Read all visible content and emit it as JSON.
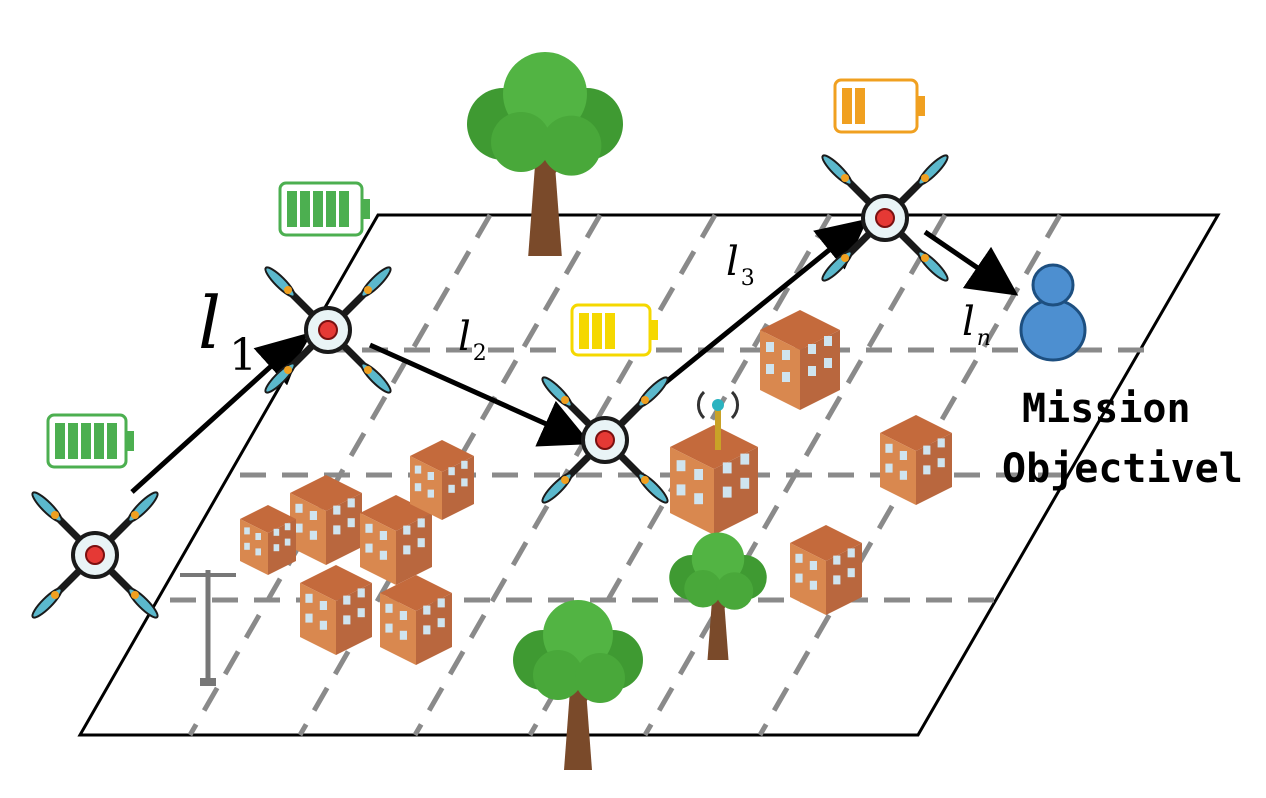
{
  "labels": {
    "l1": {
      "base": "l",
      "sub": "1"
    },
    "l2": {
      "base": "l",
      "sub": "2"
    },
    "l3": {
      "base": "l",
      "sub": "3"
    },
    "ln": {
      "base": "l",
      "sub": "n"
    }
  },
  "mission": {
    "line1": "Mission",
    "line2": "Objectivel"
  },
  "battery_levels": {
    "drone_1": {
      "bars": 5,
      "color": "#4caf50"
    },
    "drone_2": {
      "bars": 5,
      "color": "#4caf50"
    },
    "drone_3": {
      "bars": 3,
      "color": "#f5d800"
    },
    "drone_4": {
      "bars": 2,
      "color": "#f0a020"
    }
  },
  "colors": {
    "drone_arm": "#1a1a1a",
    "drone_prop": "#5bb8cc",
    "drone_body": "#e9f4f6",
    "drone_core": "#e53935",
    "tree_leaf": "#49a83a",
    "trunk": "#7a4a2a",
    "person": "#4d8fd0",
    "grid": "#8a8a8a"
  }
}
